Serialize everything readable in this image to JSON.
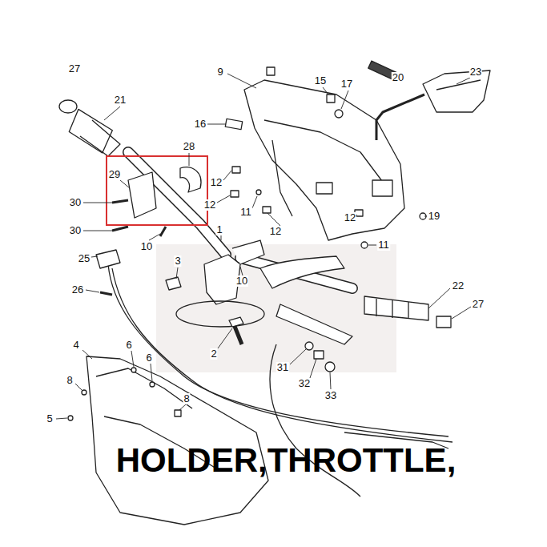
{
  "diagram": {
    "caption": "HOLDER,THROTTLE,",
    "labels": [
      "27",
      "21",
      "9",
      "15",
      "17",
      "20",
      "23",
      "16",
      "28",
      "29",
      "12",
      "12",
      "11",
      "12",
      "12",
      "19",
      "30",
      "30",
      "10",
      "1",
      "25",
      "11",
      "3",
      "10",
      "22",
      "26",
      "27",
      "2",
      "4",
      "6",
      "6",
      "31",
      "32",
      "33",
      "8",
      "8",
      "5"
    ]
  }
}
